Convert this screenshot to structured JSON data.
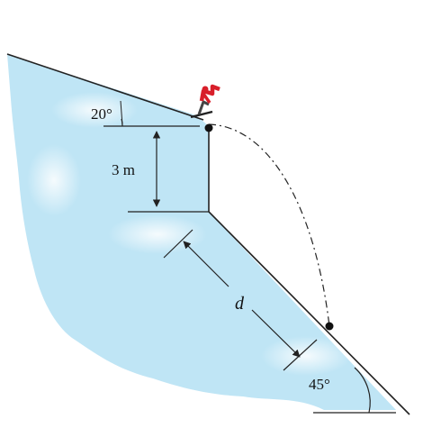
{
  "labels": {
    "top_angle": "20°",
    "drop_height": "3 m",
    "distance": "d",
    "bottom_angle": "45°"
  },
  "colors": {
    "snow_fill": "#bfe5f5",
    "snow_shadow": "#dcf1fa",
    "line": "#222222",
    "skier_red": "#d81f2a"
  },
  "icons": {
    "skier": "skier-icon",
    "launch_point": "dot",
    "landing_point": "dot"
  }
}
